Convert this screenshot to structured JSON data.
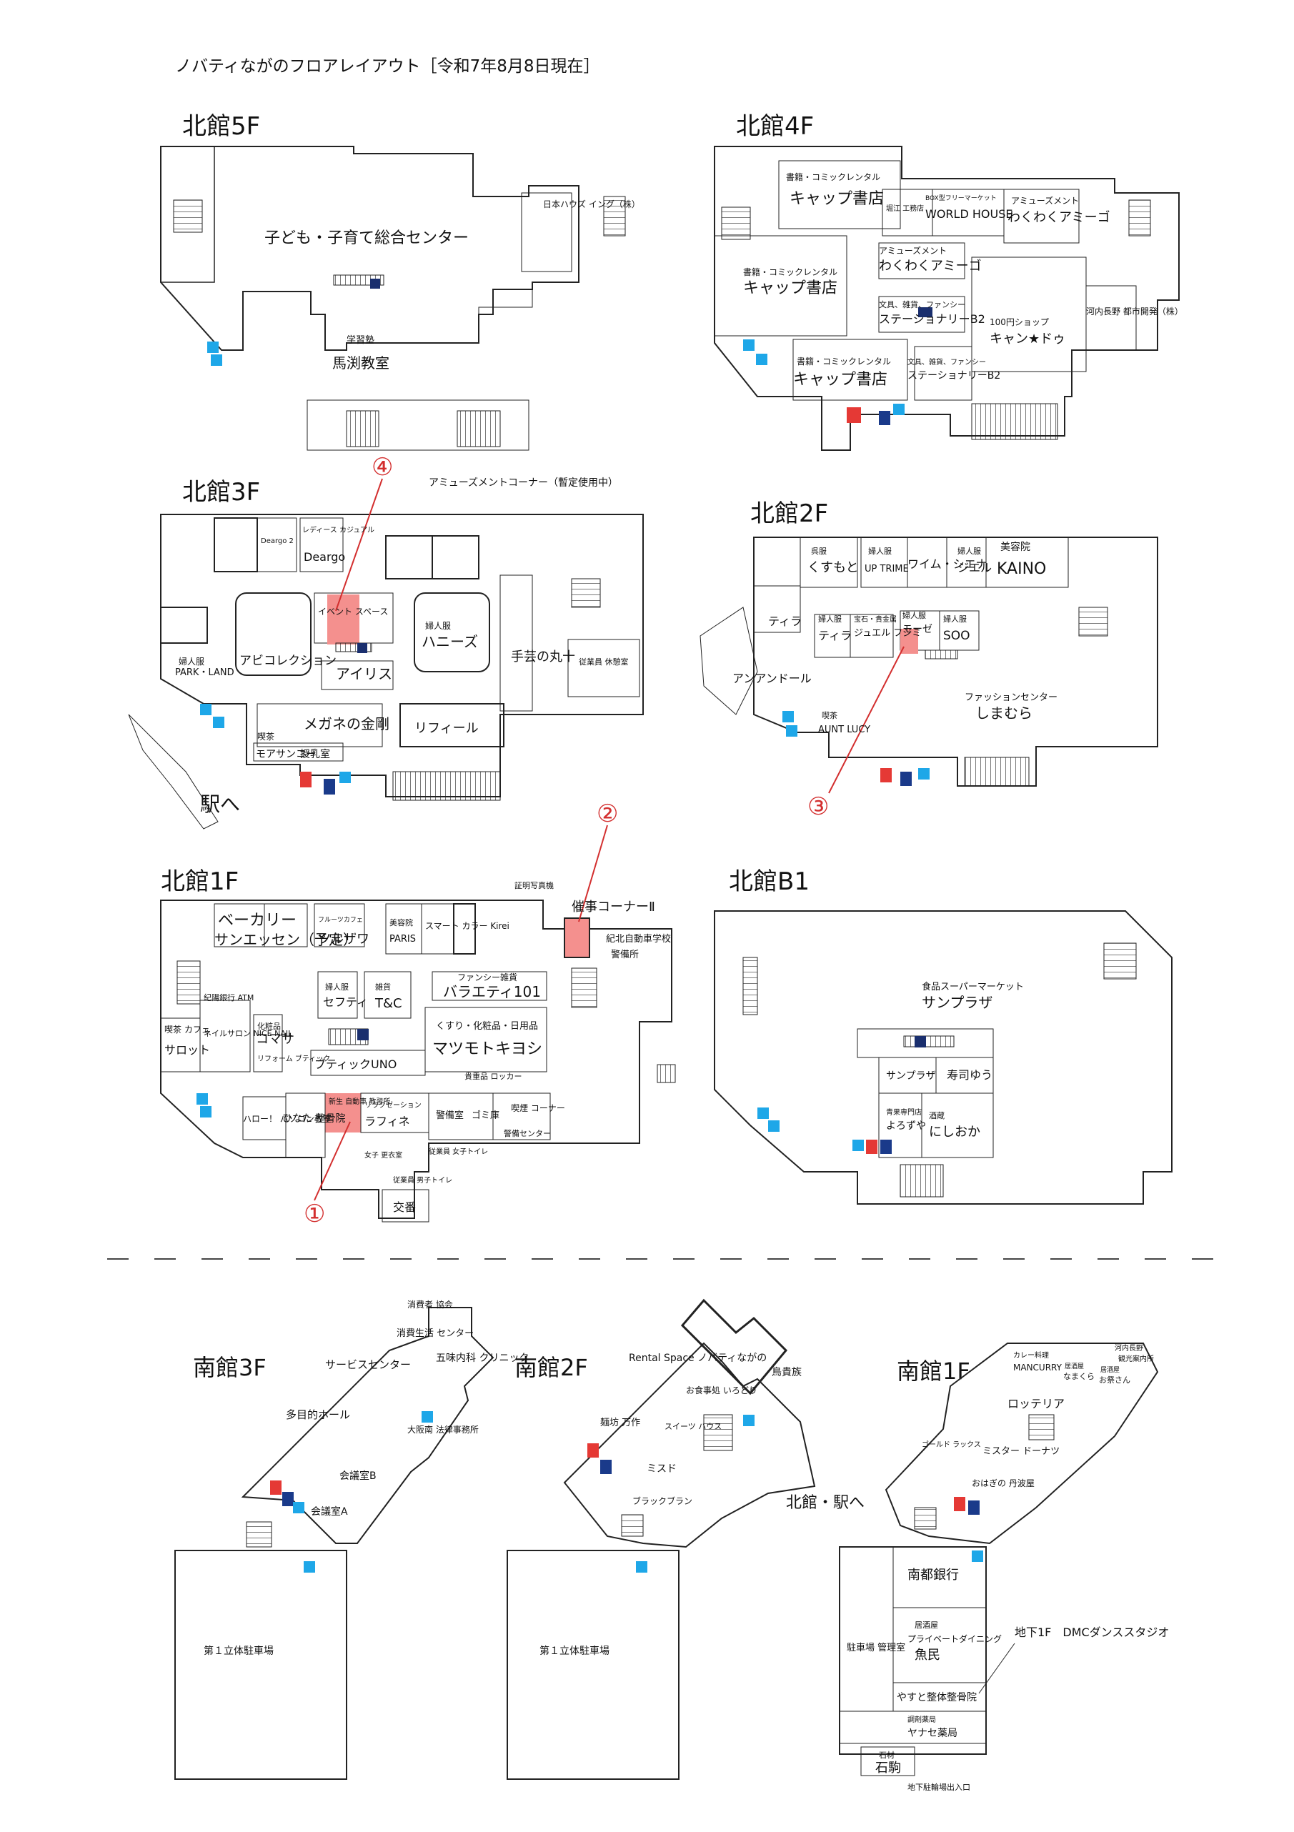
{
  "doc_title": "ノバティながのフロアレイアウト［令和7年8月8日現在］",
  "colors": {
    "highlight": "#f4908e",
    "restroom_female": "#e53935",
    "restroom_male": "#1a3a8a",
    "accessible": "#1ea7e8",
    "elevator": "#1ea7e8",
    "escalator": "#1a2f6e",
    "marker": "#d32f2f",
    "line": "#222222"
  },
  "floors": {
    "n5f": {
      "title": "北館5F",
      "labels": {
        "kids_center": "子ども・子育て総合センター",
        "nihon_housing": "日本ハウズ イング（株）",
        "gakushujuku": "学習塾",
        "mabuchi": "馬渕教室"
      }
    },
    "n4f": {
      "title": "北館4F",
      "labels": {
        "book1_sub": "書籍・コミックレンタル",
        "book1": "キャップ書店",
        "book2_sub": "書籍・コミックレンタル",
        "book2": "キャップ書店",
        "book3_sub": "書籍・コミックレンタル",
        "book3": "キャップ書店",
        "horie": "堀江 工務店",
        "box_sub": "BOX型フリーマーケット",
        "box": "WORLD HOUSE",
        "amuse1_sub": "アミューズメント",
        "amuse1": "わくわくアミーゴ",
        "amuse2_sub": "アミューズメント",
        "amuse2": "わくわくアミーゴ",
        "sta1_sub": "文具、雑貨、ファンシー",
        "sta1": "ステーショナリーB2",
        "sta2_sub": "文具、雑貨、ファンシー",
        "sta2": "ステーショナリーB2",
        "shop100_sub": "100円ショップ",
        "shop100": "キャン★ドゥ",
        "kawachi": "河内長野 都市開発（株）"
      }
    },
    "n3f": {
      "title": "北館3F",
      "labels": {
        "amuse_corner": "アミューズメントコーナー（暫定使用中）",
        "deargo2": "Deargo 2",
        "deargo_sub": "レディース カジュアル",
        "deargo": "Deargo",
        "event": "イベント スペース",
        "honeys_sub": "婦人服",
        "honeys": "ハニーズ",
        "iris": "アイリス",
        "park_sub": "婦人服",
        "park": "PARK・LAND",
        "abi": "アビコレクション",
        "shugei": "手芸の丸十",
        "staff_rest": "従業員 休憩室",
        "megane": "メガネの金剛",
        "refeel": "リフィール",
        "kissa_sub": "喫茶",
        "kissa": "モアサンコー",
        "junyu": "授乳室",
        "eki": "駅へ"
      }
    },
    "n2f": {
      "title": "北館2F",
      "labels": {
        "kusumoto_sub": "呉服",
        "kusumoto": "くすもと",
        "uptrime_sub": "婦人服",
        "uptrime": "UP TRIME",
        "wimsienne": "ワイム・シエナ",
        "jowel_sub": "婦人服",
        "jowel": "ジエル",
        "kaino_sub": "美容院",
        "kaino": "KAINO",
        "tiara1": "ティラ",
        "tiara2_sub": "婦人服",
        "tiara2": "ティラ",
        "jewel_sub": "宝石・貴金属",
        "jewel": "ジュエル フジミ",
        "mose_sub": "婦人服",
        "mose": "モーゼ",
        "soo_sub": "婦人服",
        "soo": "SOO",
        "andool": "アンアンドール",
        "aunt_sub": "喫茶",
        "aunt": "AUNT LUCY",
        "fashion_sub": "ファッションセンター",
        "fashion": "しまむら"
      }
    },
    "n1f": {
      "title": "北館1F",
      "labels": {
        "shomei": "証明写真機",
        "saiji": "催事コーナーⅡ",
        "kihoku": "紀北自動車学校",
        "keibi": "警備所",
        "bakery": "ベーカリー",
        "sunessen": "サンエッセン（予定）",
        "fruit_sub": "フルーツカフェ",
        "fruit": "ツルザワ",
        "paris_sub": "美容院",
        "paris": "PARIS",
        "smart": "スマート カラー Kirei",
        "atm": "紀陽銀行 ATM",
        "setei_sub": "婦人服",
        "setei": "セフティ",
        "tc_sub": "雑貨",
        "tc": "T&C",
        "fancy_sub": "ファンシー雑貨",
        "variety": "バラエティ101",
        "drug_sub": "くすり・化粧品・日用品",
        "drug": "マツモトキヨシ",
        "kissa_sub": "喫茶 カフェ",
        "kissa": "サロット",
        "nail": "ネイルサロン NICE NAIL",
        "komasa_sub": "化粧品",
        "komasa": "コマサ",
        "reform": "リフォーム ブティック",
        "uno": "ブティックUNO",
        "hello": "ハロー！ パソコン教室",
        "hinata": "ひなた 整骨院",
        "shinsei": "新生 自動車 教習所",
        "relax_sub": "リラクゼーション",
        "relax": "ラフィネ",
        "locker_sub": "貴重品 ロッカー",
        "keibi2": "警備室",
        "gomi": "ゴミ庫",
        "smoking": "喫煙 コーナー",
        "keibi_center": "警備センター",
        "kyuyu": "従業員 女子トイレ",
        "josei": "女子 更衣室",
        "danshi": "従業員 男子トイレ",
        "koban": "交番"
      }
    },
    "nb1": {
      "title": "北館B1",
      "labels": {
        "super_sub": "食品スーパーマーケット",
        "super": "サンプラザ",
        "sunplaza": "サンプラザ",
        "sushi": "寿司ゆう",
        "yorozuya_sub": "青果専門店",
        "yorozuya": "よろずや",
        "sake_sub": "酒蔵",
        "sake": "にしおか"
      }
    },
    "s3f": {
      "title": "南館3F",
      "labels": {
        "shohisha": "消費者 協会",
        "shohi_center": "消費生活 センター",
        "gotan": "五味内科 クリニック",
        "service": "サービスセンター",
        "tamokuteki": "多目的ホール",
        "osaka_law": "大阪南 法律事務所",
        "kaigib": "会議室B",
        "kaigia": "会議室A",
        "parking": "第１立体駐車場"
      }
    },
    "s2f": {
      "title": "南館2F",
      "labels": {
        "rental": "Rental Space ノバティながの",
        "torikizoku": "鳥貴族",
        "menbo": "麺坊 万作",
        "okujidokoro": "お食事処 いろどり",
        "sweets": "スイーツ ハウス",
        "misdo": "ミスド",
        "black": "ブラックブラン",
        "parking": "第１立体駐車場"
      }
    },
    "s1f": {
      "title": "南館1F",
      "labels": {
        "curry_sub": "カレー料理",
        "curry": "MANCURRY",
        "izakaya_sub": "居酒屋",
        "izakaya": "なまくら",
        "izakaya2_sub": "居酒屋",
        "izakaya2": "お祭さん",
        "kawachi_sub": "河内長野",
        "kawachi": "観光案内所",
        "lotteria": "ロッテリア",
        "gold": "ゴールド ラックス",
        "mister": "ミスター ドーナツ",
        "ohagi": "おはぎの 丹波屋",
        "kitakan": "北館・駅へ",
        "nanto": "南都銀行",
        "parking_office": "駐車場 管理室",
        "izakaya3_sub": "居酒屋",
        "private_sub": "プライベートダイニング",
        "uomin": "魚民",
        "dmc": "地下1F　DMCダンススタジオ",
        "yasuto": "やすと整体整骨院",
        "drug_sub": "調剤薬局",
        "yanase": "ヤナセ薬局",
        "stone_sub": "石材",
        "stone": "石駒",
        "underground": "地下駐輪場出入口"
      }
    }
  },
  "markers": [
    "①",
    "②",
    "③",
    "④"
  ]
}
